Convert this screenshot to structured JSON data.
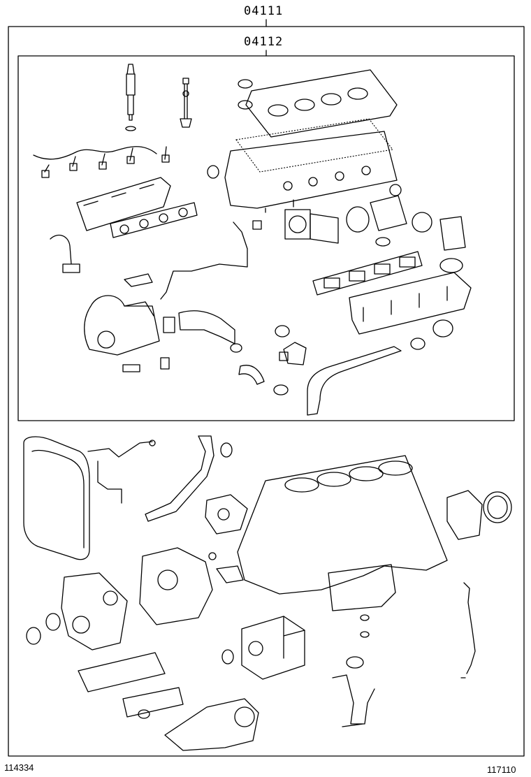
{
  "diagram": {
    "outer_kit_number": "04111",
    "inner_kit_number": "04112",
    "illustration_number": "114334",
    "catalog_code": "117110"
  }
}
